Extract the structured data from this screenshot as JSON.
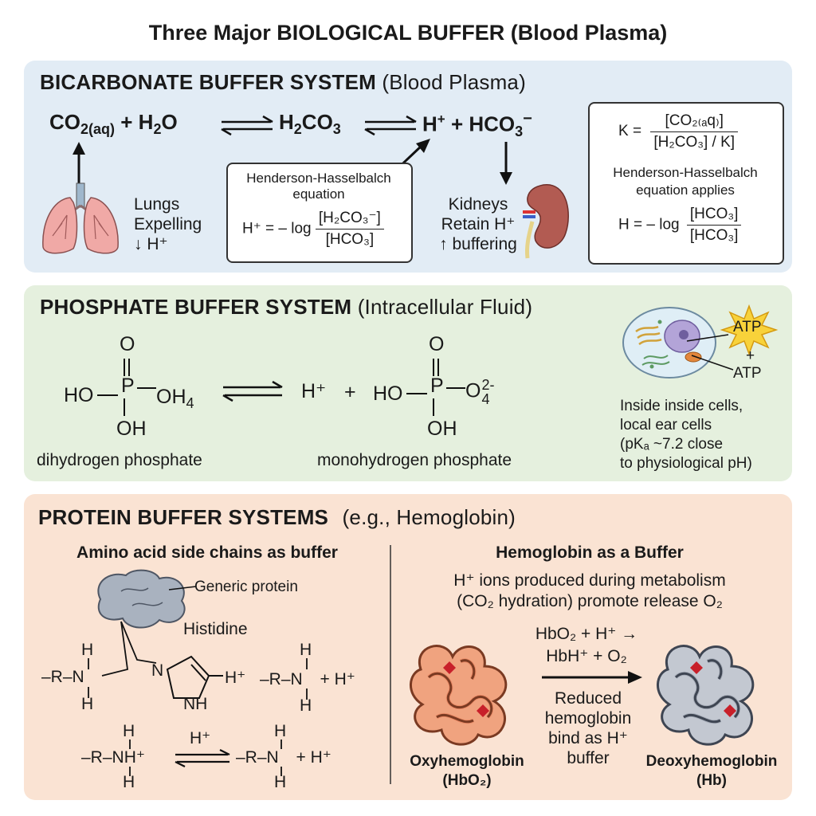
{
  "title": "Three Major BIOLOGICAL BUFFER (Blood Plasma)",
  "bicarbonate": {
    "heading": "BICARBONATE BUFFER SYSTEM",
    "heading_sub": "(Blood Plasma)",
    "eq_co2": "CO",
    "eq_co2_sub": "2(aq)",
    "eq_plus1": "+ H",
    "eq_h2o_sub": "2",
    "eq_h2o_o": "O",
    "eq_h2co3_a": "H",
    "eq_h2co3_sub1": "2",
    "eq_h2co3_b": "CO",
    "eq_h2co3_sub2": "3",
    "eq_h": "H",
    "eq_h_sup": "+",
    "eq_plus2": "+ HCO",
    "eq_hco3_sub": "3",
    "eq_hco3_sup": "−",
    "lungs_label_1": "Lungs",
    "lungs_label_2": "Expelling",
    "lungs_label_3": "↓ H⁺",
    "hh_box_title_1": "Henderson-Hasselbalch",
    "hh_box_title_2": "equation",
    "hh_box_lhs": "H⁺ = – log",
    "hh_box_num": "[H₂CO₃⁻]",
    "hh_box_den": "[HCO₃]",
    "kidney_label_1": "Kidneys",
    "kidney_label_2": "Retain H⁺",
    "kidney_label_3": "↑ buffering",
    "k_lhs": "K =",
    "k_num": "[CO₂₍ₐq₎]",
    "k_den": "[H₂CO₃] / K]",
    "hh_applies_1": "Henderson-Hasselbalch",
    "hh_applies_2": "equation applies",
    "h_lhs": "H = – log",
    "h_num": "[HCO₃]",
    "h_den": "[HCO₃]"
  },
  "phosphate": {
    "heading": "PHOSPHATE BUFFER SYSTEM",
    "heading_sub": "(Intracellular Fluid)",
    "left_O": "O",
    "left_HO": "HO",
    "left_P": "P",
    "left_OH4": "OH",
    "left_OH4_sub": "4",
    "left_OH": "OH",
    "left_name": "dihydrogen phosphate",
    "mid_H": "H⁺",
    "mid_plus": "+",
    "right_O": "O",
    "right_HO": "HO",
    "right_P": "P",
    "right_O4": "O",
    "right_O4_sub": "4",
    "right_O4_sup": "2-",
    "right_OH": "OH",
    "right_name": "monohydrogen phosphate",
    "atp_1": "ATP",
    "atp_plus": "+",
    "atp_2": "ATP",
    "note_1": "Inside inside cells,",
    "note_2": "local ear cells",
    "note_3": "(pKₐ ~7.2 close",
    "note_4": "to physiological pH)"
  },
  "protein": {
    "heading": "PROTEIN BUFFER SYSTEMS",
    "heading_sub": "(e.g., Hemoglobin)",
    "left_subtitle": "Amino acid side chains as buffer",
    "generic_protein": "Generic protein",
    "histidine": "Histidine",
    "r1_H_top": "H",
    "r1_main": "–R–N",
    "r1_H_bot": "H",
    "his_N": "N",
    "his_NH": "NH",
    "his_Hplus": "H⁺",
    "r2_H_top": "H",
    "r2_main": "–R–N",
    "r2_plus": "+  H⁺",
    "r2_H_bot": "H",
    "r3_H_top": "H",
    "r3_main": "–R–NH⁺",
    "r3_H_bot": "H",
    "r3_arrow_label": "H⁺",
    "r4_H_top": "H",
    "r4_main": "–R–N",
    "r4_plus": "+  H⁺",
    "r4_H_bot": "H",
    "right_subtitle": "Hemoglobin as a Buffer",
    "right_desc_1": "H⁺ ions produced during metabolism",
    "right_desc_2": "(CO₂ hydration) promote release O₂",
    "reaction_1": "HbO₂ + H⁺ →",
    "reaction_2": "HbH⁺ + O₂",
    "reduced_1": "Reduced",
    "reduced_2": "hemoglobin",
    "reduced_3": "bind as H⁺",
    "reduced_4": "buffer",
    "oxy_1": "Oxyhemoglobin",
    "oxy_2": "(HbO₂)",
    "deoxy_1": "Deoxyhemoglobin",
    "deoxy_2": "(Hb)"
  },
  "colors": {
    "bicarbonate_panel": "#e2ecf5",
    "phosphate_panel": "#e5f0de",
    "protein_panel": "#fae3d3",
    "oxyhemoglobin": "#e98a66",
    "deoxyhemoglobin": "#a7adb8",
    "atp_star": "#f8d23a"
  }
}
